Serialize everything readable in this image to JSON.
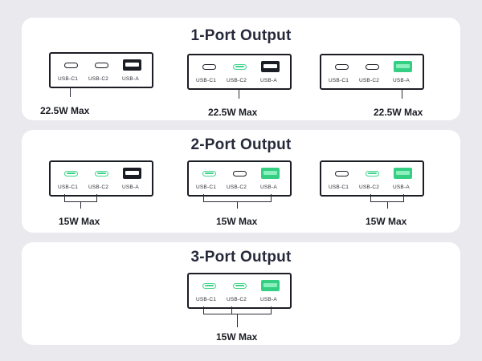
{
  "sections": [
    {
      "title": "1-Port Output",
      "cards": [
        {
          "ports": [
            {
              "label": "USB-C1",
              "active": true
            },
            {
              "label": "USB-C2",
              "active": false
            },
            {
              "label": "USB-A",
              "active": false
            }
          ],
          "wattage": "22.5W Max"
        },
        {
          "ports": [
            {
              "label": "USB-C1",
              "active": false
            },
            {
              "label": "USB-C2",
              "active": true
            },
            {
              "label": "USB-A",
              "active": false
            }
          ],
          "wattage": "22.5W Max"
        },
        {
          "ports": [
            {
              "label": "USB-C1",
              "active": false
            },
            {
              "label": "USB-C2",
              "active": false
            },
            {
              "label": "USB-A",
              "active": true
            }
          ],
          "wattage": "22.5W Max"
        }
      ]
    },
    {
      "title": "2-Port Output",
      "cards": [
        {
          "ports": [
            {
              "label": "USB-C1",
              "active": true
            },
            {
              "label": "USB-C2",
              "active": true
            },
            {
              "label": "USB-A",
              "active": false
            }
          ],
          "wattage": "15W Max"
        },
        {
          "ports": [
            {
              "label": "USB-C1",
              "active": true
            },
            {
              "label": "USB-C2",
              "active": false
            },
            {
              "label": "USB-A",
              "active": true
            }
          ],
          "wattage": "15W Max"
        },
        {
          "ports": [
            {
              "label": "USB-C1",
              "active": false
            },
            {
              "label": "USB-C2",
              "active": true
            },
            {
              "label": "USB-A",
              "active": true
            }
          ],
          "wattage": "15W Max"
        }
      ]
    },
    {
      "title": "3-Port Output",
      "cards": [
        {
          "ports": [
            {
              "label": "USB-C1",
              "active": true
            },
            {
              "label": "USB-C2",
              "active": true
            },
            {
              "label": "USB-A",
              "active": true
            }
          ],
          "wattage": "15W Max"
        }
      ]
    }
  ],
  "colors": {
    "active_port": "#3fd48b",
    "background": "#e9e9ee",
    "panel": "#ffffff",
    "text": "#26293a"
  }
}
